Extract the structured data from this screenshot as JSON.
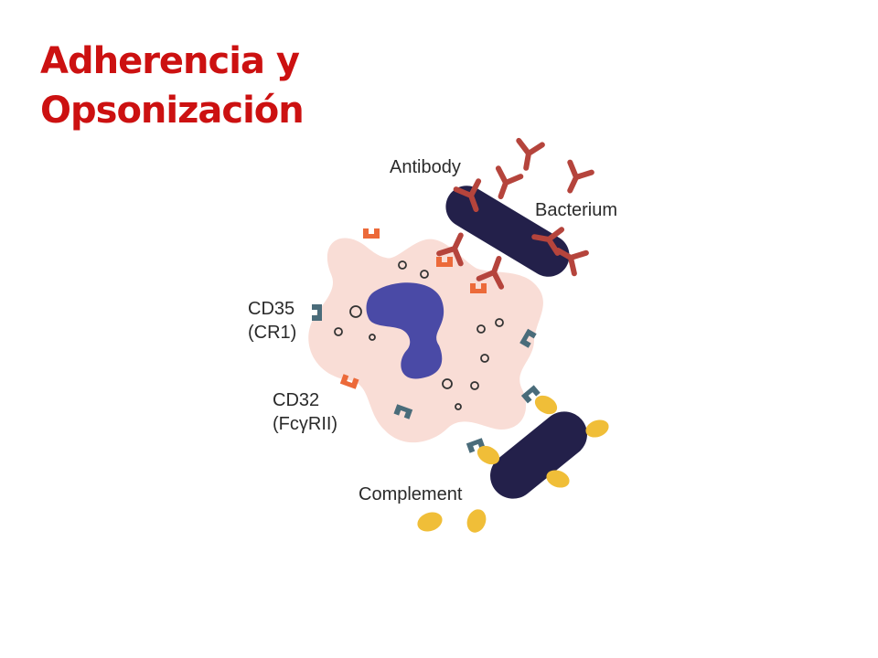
{
  "title": {
    "line1": "Adherencia y",
    "line2": "Opsonización"
  },
  "labels": {
    "antibody": "Antibody",
    "bacterium": "Bacterium",
    "cd35_name": "CD35",
    "cd35_alias": "(CR1)",
    "cd32_name": "CD32",
    "cd32_alias": "(FcγRII)",
    "complement": "Complement"
  },
  "colors": {
    "title": "#cc1111",
    "cell": "#f9ddd6",
    "nucleus": "#4a4aa6",
    "bacterium": "#23204a",
    "antibody": "#b5443c",
    "fc_receptor": "#ec6a3a",
    "complement_receptor": "#4a6c7a",
    "complement": "#f0be38"
  }
}
